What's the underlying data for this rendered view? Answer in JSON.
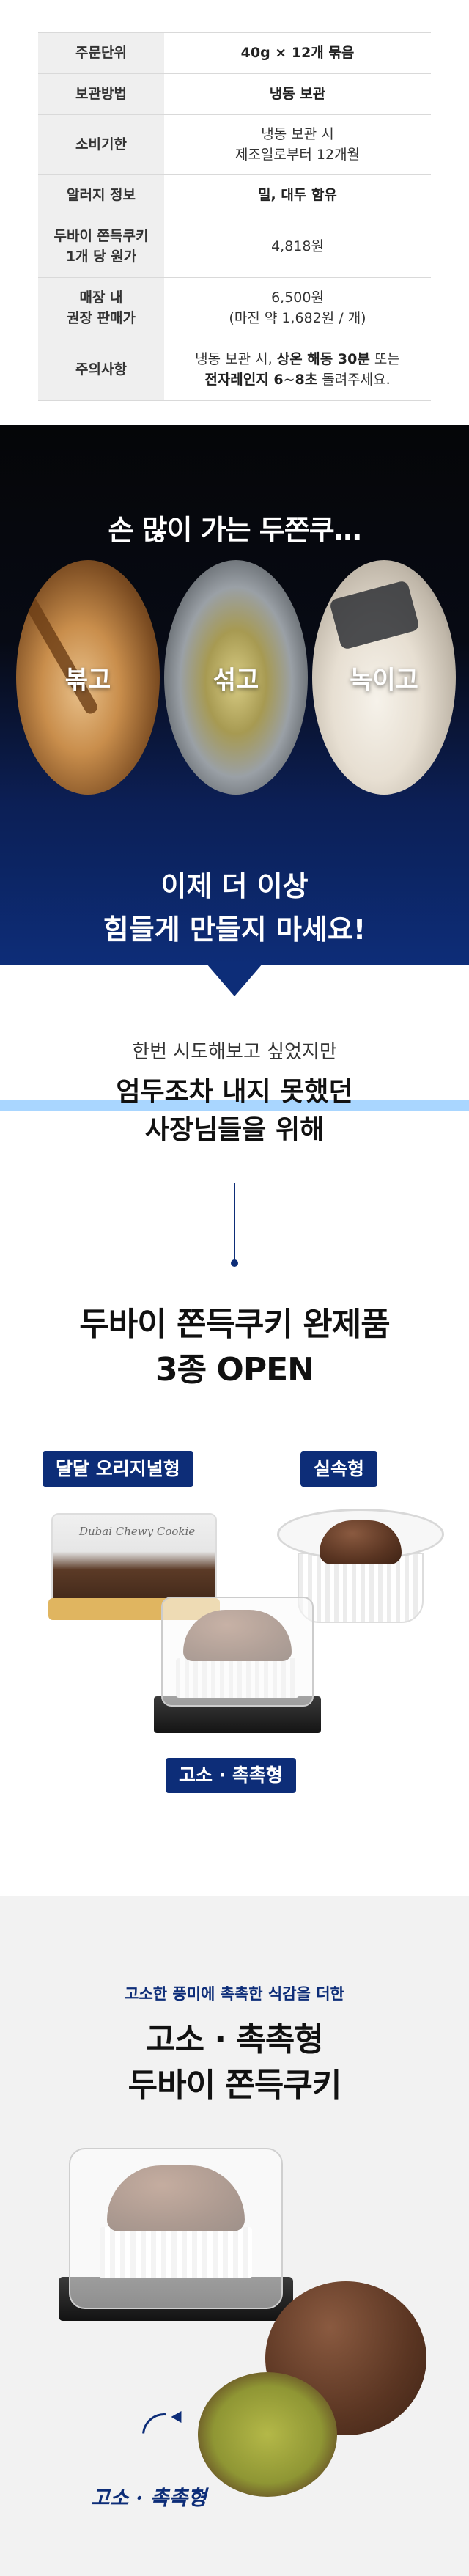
{
  "spec_table": {
    "rows": [
      {
        "label": "주문단위",
        "value_lines": [
          "40g × 12개 묶음"
        ],
        "bold": true
      },
      {
        "label": "보관방법",
        "value_lines": [
          "냉동 보관"
        ],
        "bold": true
      },
      {
        "label": "소비기한",
        "value_lines": [
          "냉동 보관 시",
          "제조일로부터 12개월"
        ],
        "bold": false
      },
      {
        "label": "알러지 정보",
        "value_lines": [
          "밀, 대두 함유"
        ],
        "bold": true
      },
      {
        "label_lines": [
          "두바이 쫀득쿠키",
          "1개 당 원가"
        ],
        "value_lines": [
          "4,818원"
        ],
        "bold": false
      },
      {
        "label_lines": [
          "매장 내",
          "권장 판매가"
        ],
        "value_lines": [
          "6,500원",
          "(마진 약 1,682원 / 개)"
        ],
        "bold": false
      },
      {
        "label": "주의사항",
        "value_lines": [
          "냉동 보관 시, 상온 해동 30분 또는",
          "전자레인지 6~8초 돌려주세요."
        ],
        "bold": false
      }
    ]
  },
  "dark_section": {
    "heading": "손 많이 가는 두쫀쿠…",
    "steps": [
      "볶고",
      "섞고",
      "녹이고"
    ],
    "closing_lines": [
      "이제 더 이상",
      "힘들게 만들지 마세요!"
    ]
  },
  "intro_section": {
    "lead": "한번 시도해보고 싶었지만",
    "headline_lines": [
      "엄두조차 내지 못했던",
      "사장님들을 위해"
    ],
    "open_lines": [
      "두바이 쫀득쿠키 완제품",
      "3종 OPEN"
    ],
    "products": [
      "달달 오리지널형",
      "실속형",
      "고소 · 촉촉형"
    ],
    "package_script": "Dubai Chewy Cookie"
  },
  "gray_section": {
    "lead": "고소한 풍미에 촉촉한 식감을 더한",
    "title_lines": [
      "고소 · 촉촉형",
      "두바이 쫀득쿠키"
    ],
    "handwritten": "고소 · 촉촉형"
  },
  "colors": {
    "navy": "#0d2d78",
    "table_header_bg": "#efefef",
    "gray_bg": "#f2f2f2"
  }
}
